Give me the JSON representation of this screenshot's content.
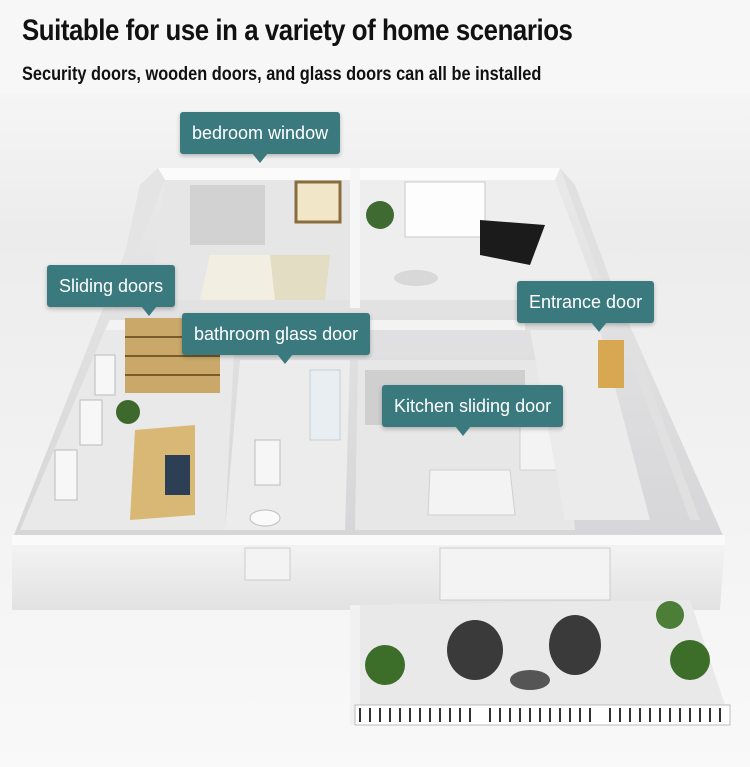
{
  "headline": "Suitable for use in a variety of home scenarios",
  "subline": "Security doors, wooden doors, and glass doors can all be installed",
  "callouts": {
    "bedroom_window": "bedroom window",
    "sliding_doors": "Sliding doors",
    "bathroom_glass_door": "bathroom glass door",
    "entrance_door": "Entrance door",
    "kitchen_sliding_door": "Kitchen sliding door"
  },
  "colors": {
    "callout_bg": "#3a7a7e",
    "callout_text": "#ffffff",
    "headline_text": "#111111"
  }
}
